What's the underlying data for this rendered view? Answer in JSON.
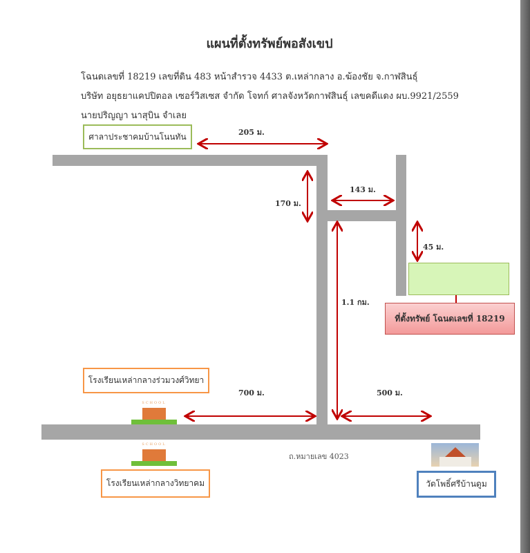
{
  "title": "แผนที่ตั้งทรัพย์พอสังเขป",
  "info_lines": [
    "โฉนดเลขที่ 18219 เลขที่ดิน 483 หน้าสำรวจ 4433 ต.เหล่ากลาง อ.ฆ้องชัย จ.กาฬสินธุ์",
    "บริษัท อยุธยาแคปปิตอล เซอร์วิสเซส จำกัด โจทก์  ศาลจังหวัดกาฬสินธุ์  เลขคดีแดง ผบ.9921/2559",
    "นายปริญญา นาสุบิน จำเลย"
  ],
  "landmarks": {
    "hall": "ศาลาประชาคมบ้านโนนทัน",
    "school1": "โรงเรียนเหล่ากลางร่วมวงศ์วิทยา",
    "school2": "โรงเรียนเหล่ากลางวิทยาคม",
    "temple": "วัดโพธิ์ศรีบ้านดูม",
    "property": "ที่ตั้งทรัพย์ โฉนดเลขที่ 18219"
  },
  "distances": {
    "d205": "205 ม.",
    "d170": "170 ม.",
    "d143": "143 ม.",
    "d45": "45 ม.",
    "d11": "1.1 กม.",
    "d700": "700 ม.",
    "d500": "500 ม."
  },
  "road_label": "ถ.หมายเลข 4023",
  "school_sign": "SCHOOL"
}
